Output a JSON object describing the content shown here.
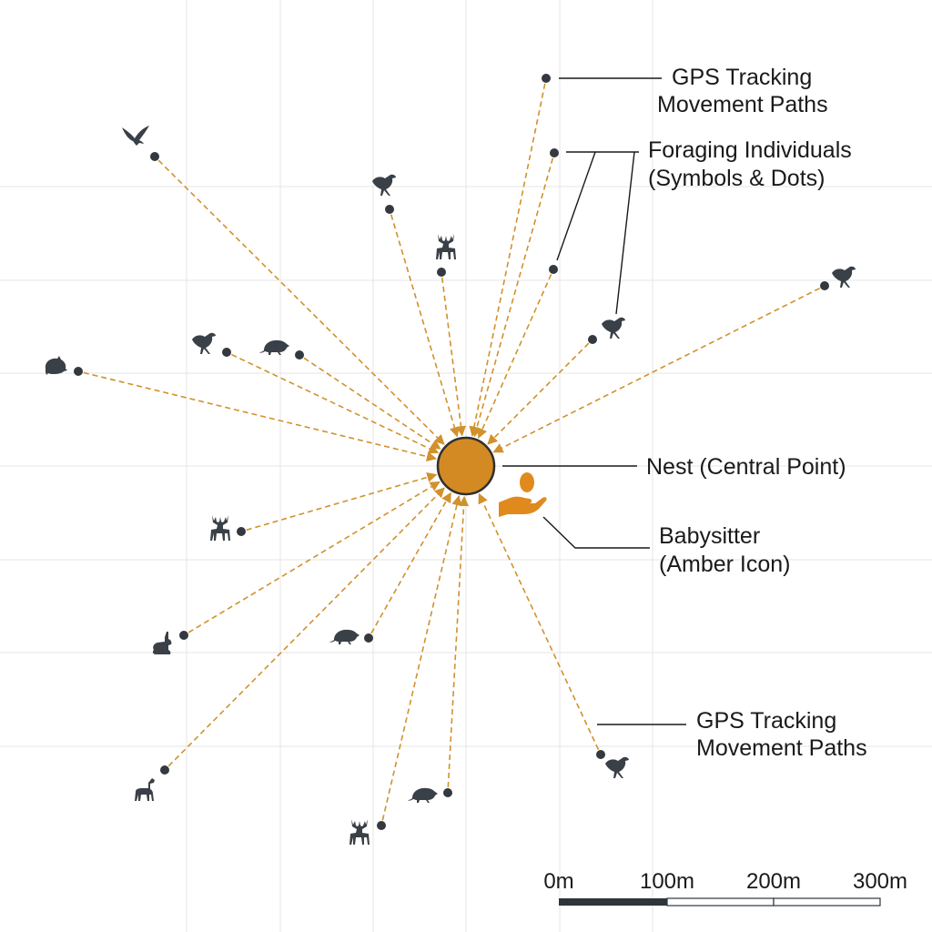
{
  "colors": {
    "nest": "#D38A23",
    "nest_stroke": "#2f2f2f",
    "path": "#D1912C",
    "dot": "#33393f",
    "icon": "#3a4047",
    "leader": "#1a1a1a",
    "grid": "#e6e6e6",
    "babysitter": "#E08A1E",
    "scale_dark": "#2f353b"
  },
  "labels": {
    "gps_top_1": "GPS Tracking",
    "gps_top_2": "Movement Paths",
    "foraging_1": "Foraging Individuals",
    "foraging_2": "(Symbols & Dots)",
    "nest": "Nest (Central Point)",
    "babysitter_1": "Babysitter",
    "babysitter_2": "(Amber Icon)",
    "gps_bottom_1": "GPS Tracking",
    "gps_bottom_2": "Movement Paths"
  },
  "scale_bar": {
    "labels": [
      "0m",
      "100m",
      "200m",
      "300m"
    ]
  },
  "individuals": [
    {
      "id": "ind-01",
      "icon": "bird-flying-icon"
    },
    {
      "id": "ind-02",
      "icon": "crow-icon"
    },
    {
      "id": "ind-03",
      "icon": "deer-icon"
    },
    {
      "id": "ind-04",
      "icon": "dot-only"
    },
    {
      "id": "ind-05",
      "icon": "dot-only"
    },
    {
      "id": "ind-06",
      "icon": "dot-only"
    },
    {
      "id": "ind-07",
      "icon": "crow-icon"
    },
    {
      "id": "ind-08",
      "icon": "crow-icon"
    },
    {
      "id": "ind-09",
      "icon": "crow-icon"
    },
    {
      "id": "ind-10",
      "icon": "rat-icon"
    },
    {
      "id": "ind-11",
      "icon": "hamster-icon"
    },
    {
      "id": "ind-12",
      "icon": "deer-icon"
    },
    {
      "id": "ind-13",
      "icon": "rabbit-icon"
    },
    {
      "id": "ind-14",
      "icon": "rat-icon"
    },
    {
      "id": "ind-15",
      "icon": "fawn-icon"
    },
    {
      "id": "ind-16",
      "icon": "deer-icon"
    },
    {
      "id": "ind-17",
      "icon": "rat-icon"
    },
    {
      "id": "ind-18",
      "icon": "crow-icon"
    }
  ]
}
